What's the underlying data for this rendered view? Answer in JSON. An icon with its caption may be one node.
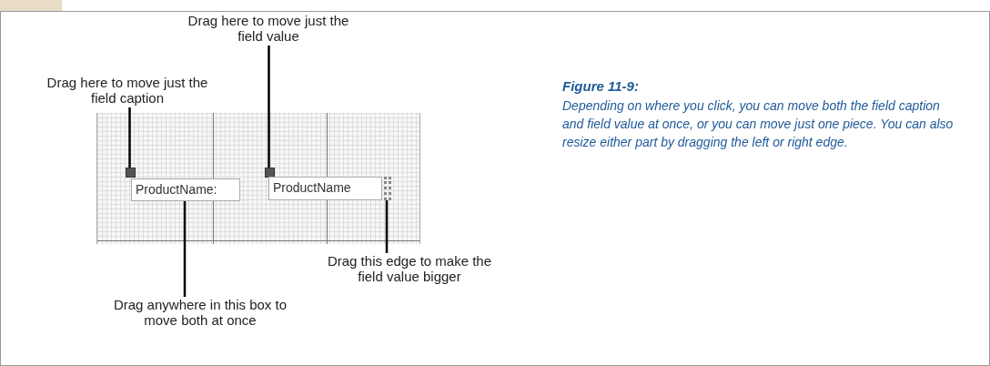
{
  "diagram": {
    "title": "Figure 11-9:",
    "caption": "Depending on where you click, you can move both the field caption and field value at once, or you can move just one piece. You can also resize either part by dragging the left or right edge.",
    "nodes": [
      {
        "text": [],
        "shape": "picture"
      },
      {
        "text": [
          "ProductName:"
        ],
        "in": 0
      },
      {
        "text": [
          "ProductName"
        ],
        "in": 0
      },
      {
        "text": [],
        "shape": "box",
        "in": 0
      },
      {
        "text": [],
        "shape": "box",
        "in": 0
      },
      {
        "text": [],
        "shape": "bar",
        "in": 0
      },
      {
        "text": [
          "Drag here to move just the field value"
        ]
      },
      {
        "text": [
          "Drag here to move just the field caption"
        ]
      },
      {
        "text": [
          "Drag this edge to make the field value bigger"
        ]
      },
      {
        "text": [
          "Drag anywhere in this box to move both at once"
        ]
      }
    ],
    "edges": [
      {
        "from": 6,
        "to": 4,
        "arrow": "none"
      },
      {
        "from": 7,
        "to": 3,
        "arrow": "none"
      },
      {
        "from": 8,
        "to": 5,
        "arrow": "none"
      },
      {
        "from": 9,
        "to": 1,
        "arrow": "none"
      }
    ]
  }
}
